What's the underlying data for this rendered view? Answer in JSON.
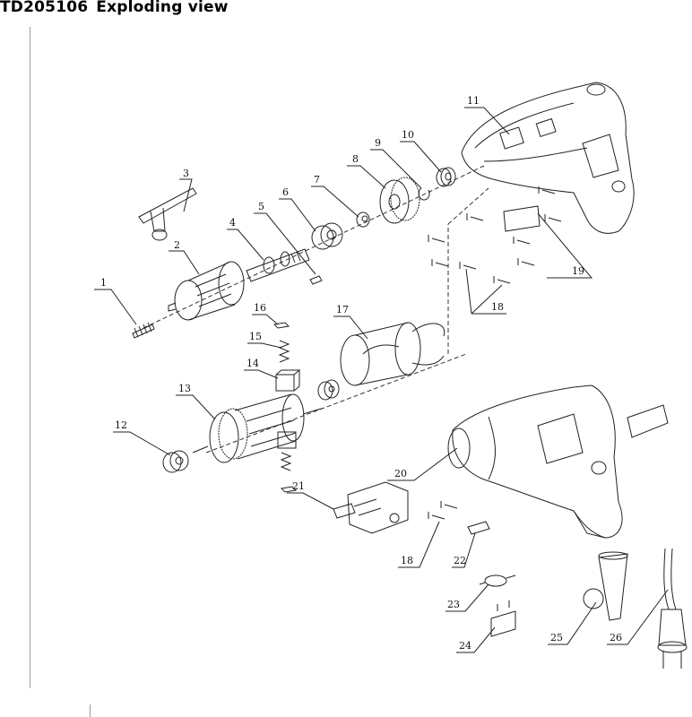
{
  "title": {
    "code": "TD205106",
    "text": "Exploding view"
  },
  "parts": [
    {
      "id": "1",
      "label": "1"
    },
    {
      "id": "2",
      "label": "2"
    },
    {
      "id": "3",
      "label": "3"
    },
    {
      "id": "4",
      "label": "4"
    },
    {
      "id": "5",
      "label": "5"
    },
    {
      "id": "6",
      "label": "6"
    },
    {
      "id": "7",
      "label": "7"
    },
    {
      "id": "8",
      "label": "8"
    },
    {
      "id": "9",
      "label": "9"
    },
    {
      "id": "10",
      "label": "10"
    },
    {
      "id": "11",
      "label": "11"
    },
    {
      "id": "12",
      "label": "12"
    },
    {
      "id": "13",
      "label": "13"
    },
    {
      "id": "14",
      "label": "14"
    },
    {
      "id": "15",
      "label": "15"
    },
    {
      "id": "16",
      "label": "16"
    },
    {
      "id": "17",
      "label": "17"
    },
    {
      "id": "18a",
      "label": "18"
    },
    {
      "id": "18b",
      "label": "18"
    },
    {
      "id": "19",
      "label": "19"
    },
    {
      "id": "20",
      "label": "20"
    },
    {
      "id": "21",
      "label": "21"
    },
    {
      "id": "22",
      "label": "22"
    },
    {
      "id": "23",
      "label": "23"
    },
    {
      "id": "24",
      "label": "24"
    },
    {
      "id": "25",
      "label": "25"
    },
    {
      "id": "26",
      "label": "26"
    }
  ]
}
